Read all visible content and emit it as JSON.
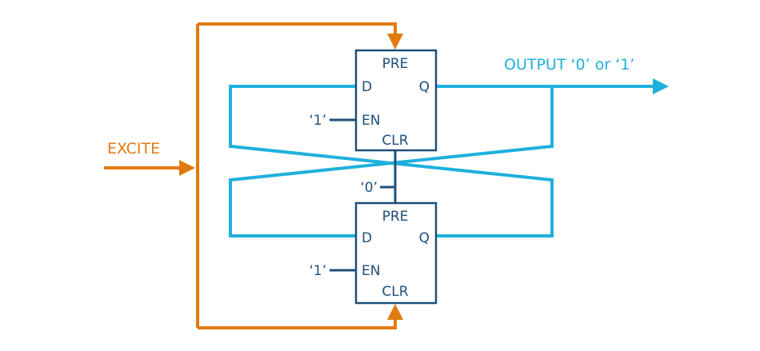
{
  "colors": {
    "excite": "#E07B10",
    "signal": "#1EB0DD",
    "box": "#1F4E79",
    "label_blue": "#1F4E79",
    "output_label": "#1EB0DD"
  },
  "labels": {
    "excite": "EXCITE",
    "output": "OUTPUT ‘0’ or ‘1’",
    "zero": "‘0’"
  },
  "flipflops": [
    {
      "pre": "PRE",
      "d": "D",
      "q": "Q",
      "en": "EN",
      "clr": "CLR",
      "en_input": "‘1’"
    },
    {
      "pre": "PRE",
      "d": "D",
      "q": "Q",
      "en": "EN",
      "clr": "CLR",
      "en_input": "‘1’"
    }
  ]
}
